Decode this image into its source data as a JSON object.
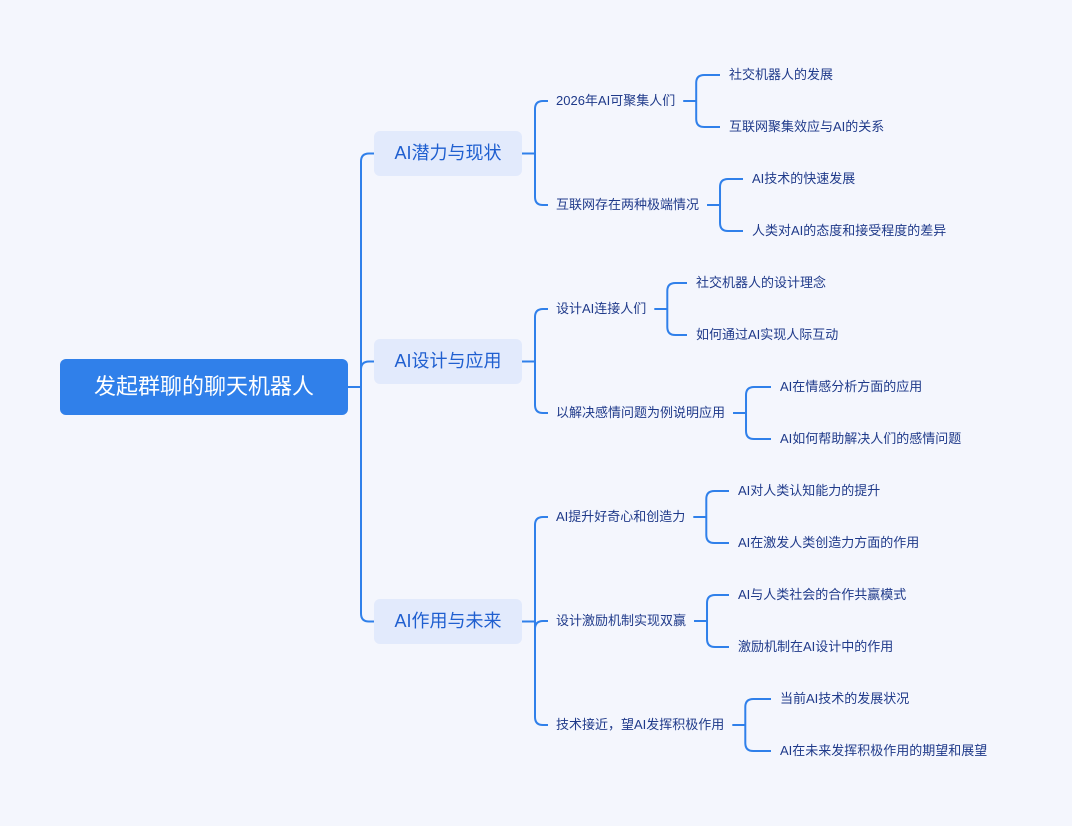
{
  "root": "发起群聊的聊天机器人",
  "branches": [
    {
      "label": "AI潜力与现状",
      "children": [
        {
          "label": "2026年AI可聚集人们",
          "children": [
            "社交机器人的发展",
            "互联网聚集效应与AI的关系"
          ]
        },
        {
          "label": "互联网存在两种极端情况",
          "children": [
            "AI技术的快速发展",
            "人类对AI的态度和接受程度的差异"
          ]
        }
      ]
    },
    {
      "label": "AI设计与应用",
      "children": [
        {
          "label": "设计AI连接人们",
          "children": [
            "社交机器人的设计理念",
            "如何通过AI实现人际互动"
          ]
        },
        {
          "label": "以解决感情问题为例说明应用",
          "children": [
            "AI在情感分析方面的应用",
            "AI如何帮助解决人们的感情问题"
          ]
        }
      ]
    },
    {
      "label": "AI作用与未来",
      "children": [
        {
          "label": "AI提升好奇心和创造力",
          "children": [
            "AI对人类认知能力的提升",
            "AI在激发人类创造力方面的作用"
          ]
        },
        {
          "label": "设计激励机制实现双赢",
          "children": [
            "AI与人类社会的合作共赢模式",
            "激励机制在AI设计中的作用"
          ]
        },
        {
          "label": "技术接近，望AI发挥积极作用",
          "children": [
            "当前AI技术的发展状况",
            "AI在未来发挥积极作用的期望和展望"
          ]
        }
      ]
    }
  ],
  "colors": {
    "background": "#f4f6fd",
    "root": "#3080ea",
    "branch_bg": "#e2eafc",
    "line": "#3080ea",
    "text": "#1f3a8a"
  }
}
